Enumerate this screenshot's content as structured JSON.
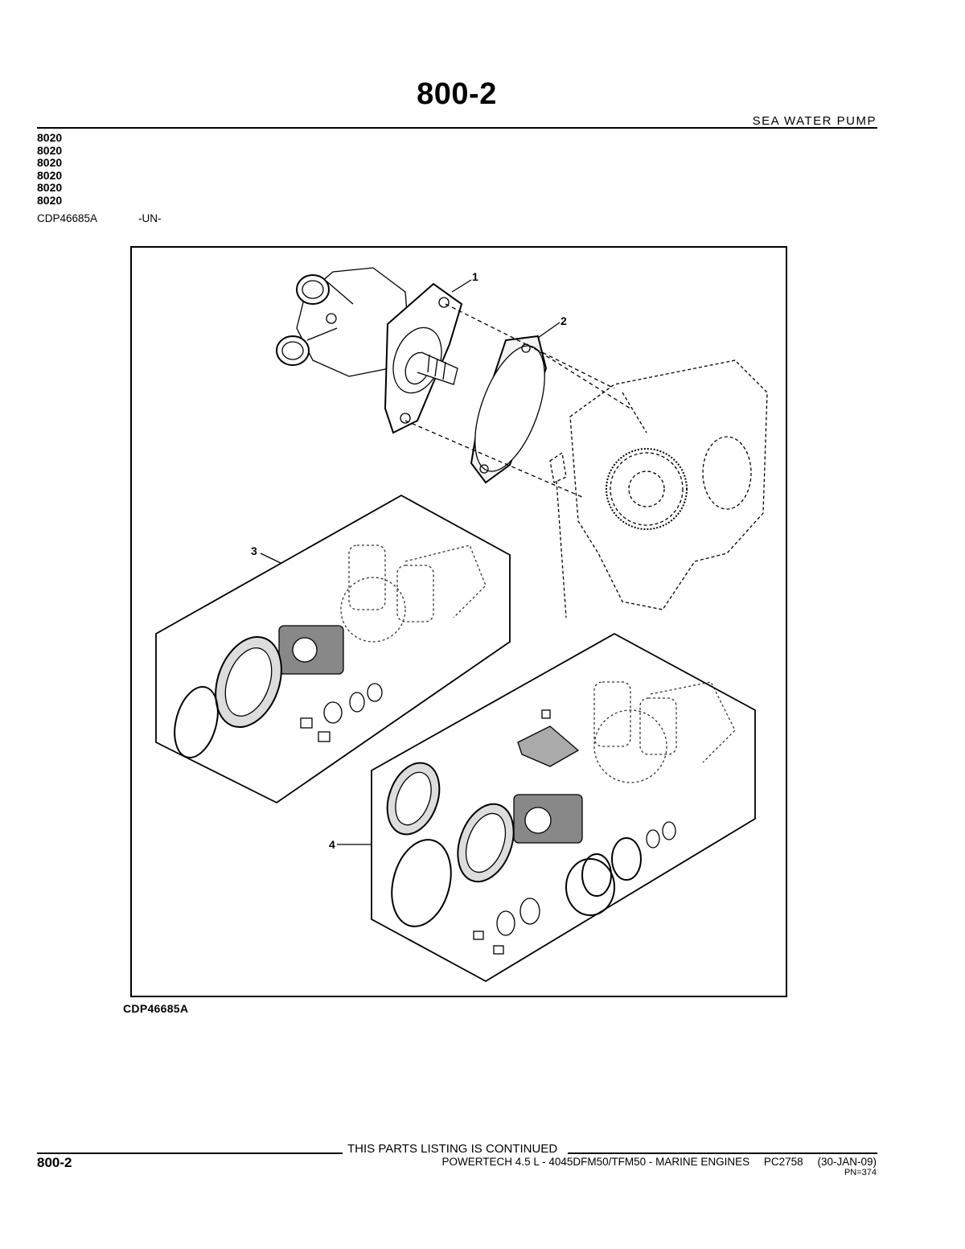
{
  "header": {
    "page_number": "800-2",
    "section_title": "SEA  WATER  PUMP"
  },
  "codes": [
    "8020",
    "8020",
    "8020",
    "8020",
    "8020",
    "8020"
  ],
  "figure_ref": {
    "id": "CDP46685A",
    "note": "-UN-"
  },
  "figure": {
    "callouts": [
      "1",
      "2",
      "3",
      "4"
    ],
    "caption": "CDP46685A"
  },
  "footer": {
    "continued": "THIS PARTS LISTING IS CONTINUED",
    "page_number": "800-2",
    "manual_title": "POWERTECH 4.5 L - 4045DFM50/TFM50 - MARINE ENGINES",
    "catalog": "PC2758",
    "date": "(30-JAN-09)",
    "pn": "PN=374"
  }
}
